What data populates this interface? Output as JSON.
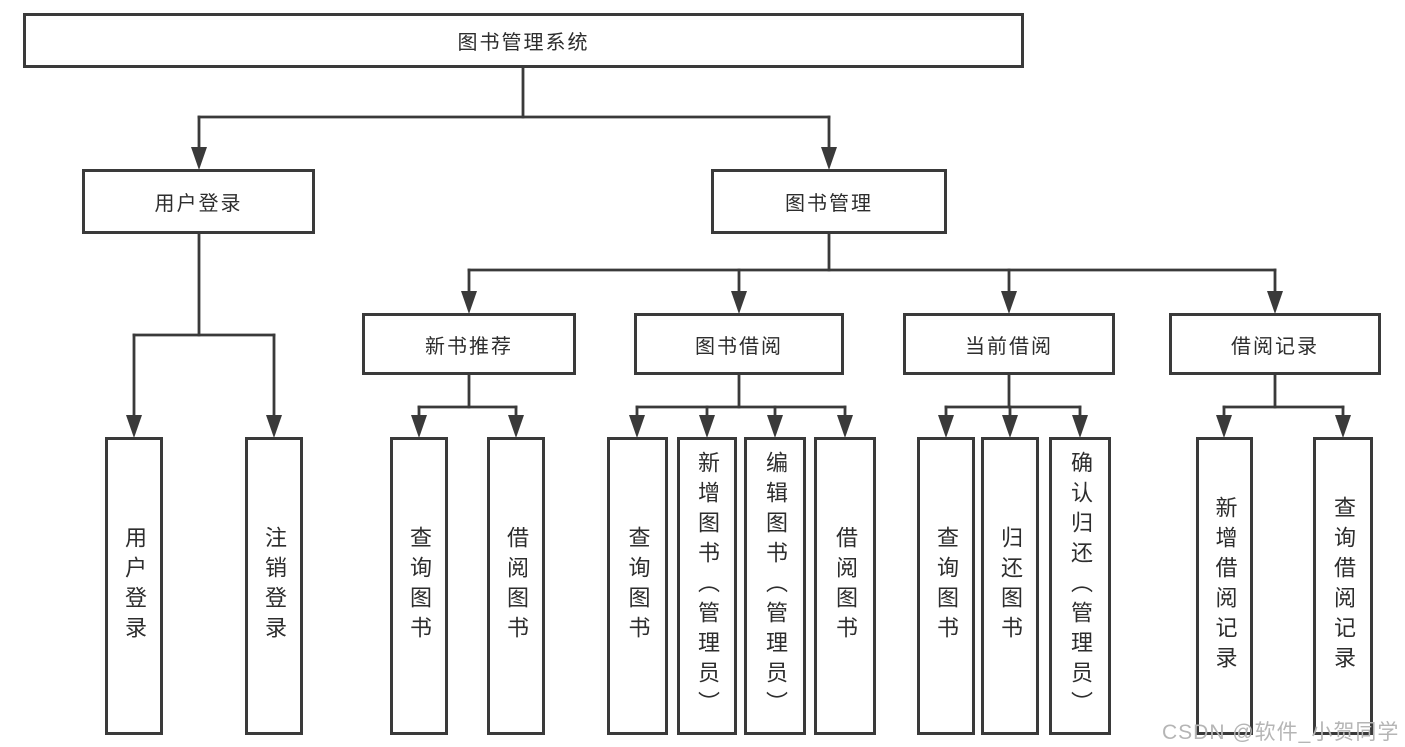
{
  "colors": {
    "line": "#3a3a3a",
    "text": "#2d2d2d",
    "background": "#ffffff",
    "watermark": "#b5b5b5"
  },
  "watermark": {
    "text": "CSDN @软件_小贺同学"
  },
  "tree": {
    "label": "图书管理系统",
    "children": [
      {
        "label": "用户登录",
        "children": [
          {
            "label": "用户登录"
          },
          {
            "label": "注销登录"
          }
        ]
      },
      {
        "label": "图书管理",
        "children": [
          {
            "label": "新书推荐",
            "children": [
              {
                "label": "查询图书"
              },
              {
                "label": "借阅图书"
              }
            ]
          },
          {
            "label": "图书借阅",
            "children": [
              {
                "label": "查询图书"
              },
              {
                "label": "新增图书（管理员）"
              },
              {
                "label": "编辑图书（管理员）"
              },
              {
                "label": "借阅图书"
              }
            ]
          },
          {
            "label": "当前借阅",
            "children": [
              {
                "label": "查询图书"
              },
              {
                "label": "归还图书"
              },
              {
                "label": "确认归还（管理员）"
              }
            ]
          },
          {
            "label": "借阅记录",
            "children": [
              {
                "label": "新增借阅记录"
              },
              {
                "label": "查询借阅记录"
              }
            ]
          }
        ]
      }
    ]
  }
}
